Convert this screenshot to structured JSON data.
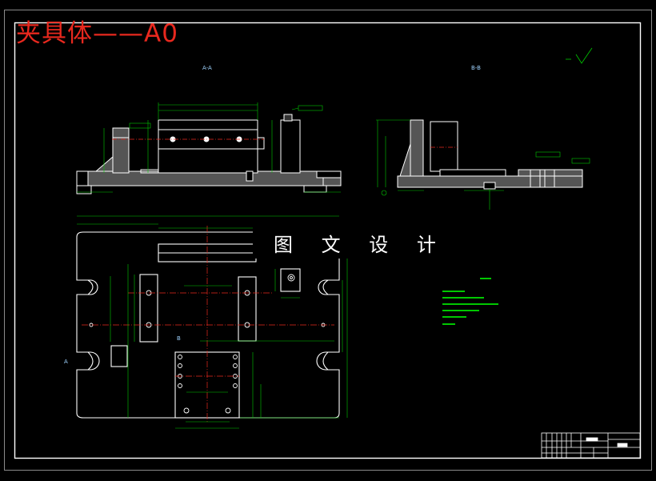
{
  "title": "夹具体——A0",
  "watermark": "图 文 设 计",
  "section_labels": {
    "a": "A-A",
    "b": "B-B"
  },
  "view_labels": {
    "left_a": "A",
    "bottom_b": "B"
  },
  "colors": {
    "background": "#000000",
    "frame": "#ffffff",
    "title": "#e8281e",
    "geometry": "#ffffff",
    "dimension": "#00c800",
    "centerline": "#e8281e",
    "hatch": "#6a6a6a",
    "label": "#9fd3ff"
  }
}
